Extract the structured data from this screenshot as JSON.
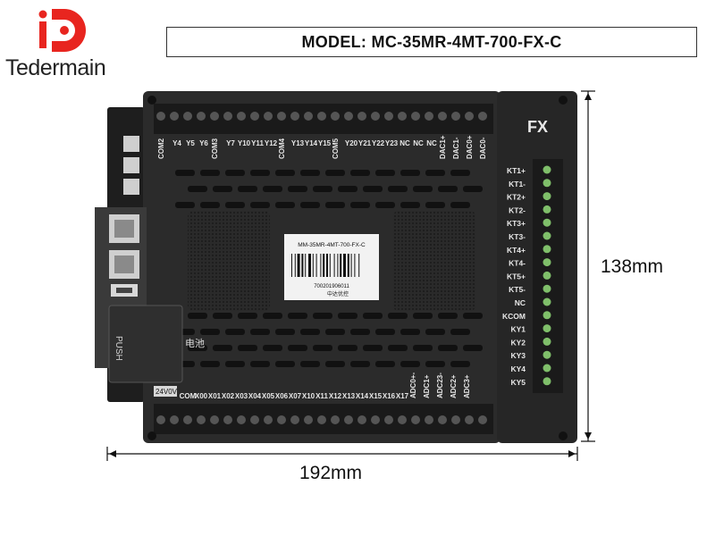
{
  "brand": {
    "name": "Tedermain",
    "accent_color": "#e8251f",
    "icon": "brand-logo-icon"
  },
  "model_label": "MODEL: MC-35MR-4MT-700-FX-C",
  "device": {
    "fx_label": "FX",
    "top_terminals": [
      "COM2",
      "Y4",
      "Y5",
      "Y6",
      "COM3",
      "Y7",
      "Y10",
      "Y11",
      "Y12",
      "COM4",
      "Y13",
      "Y14",
      "Y15",
      "COM5",
      "Y20",
      "Y21",
      "Y22",
      "Y23",
      "NC",
      "NC",
      "NC",
      "DAC1+",
      "DAC1-",
      "DAC0+",
      "DAC0-"
    ],
    "bottom_terminals": [
      "COM",
      "X00",
      "X01",
      "X02",
      "X03",
      "X04",
      "X05",
      "X06",
      "X07",
      "X10",
      "X11",
      "X12",
      "X13",
      "X14",
      "X15",
      "X16",
      "X17",
      "ADC0+-",
      "ADC1+",
      "ADC23-",
      "ADC2+",
      "ADC3+"
    ],
    "right_terminals": [
      "KT1+",
      "KT1-",
      "KT2+",
      "KT2-",
      "KT3+",
      "KT3-",
      "KT4+",
      "KT4-",
      "KT5+",
      "KT5-",
      "NC",
      "KCOM",
      "KY1",
      "KY2",
      "KY3",
      "KY4",
      "KY5"
    ],
    "power_label": "24V0V",
    "push_label": "PUSH",
    "battery_label": "电池",
    "sticker": {
      "model": "MM-35MR-4MT-700-FX-C",
      "serial": "700201906011",
      "maker": "中达优控"
    }
  },
  "dimensions": {
    "height": "138mm",
    "width": "192mm"
  }
}
